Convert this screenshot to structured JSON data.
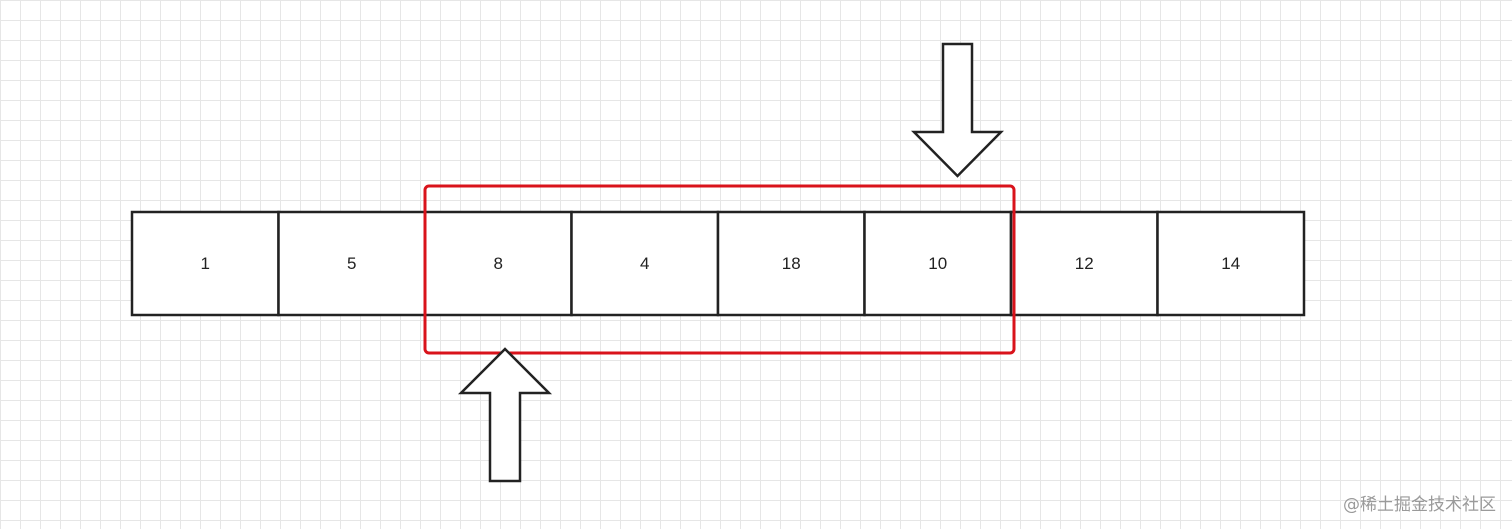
{
  "array": {
    "values": [
      "1",
      "5",
      "8",
      "4",
      "18",
      "10",
      "12",
      "14"
    ]
  },
  "window": {
    "start_index": 2,
    "end_index": 5,
    "color": "#d9131b"
  },
  "pointers": {
    "top_arrow": {
      "direction": "down",
      "index": 5
    },
    "bottom_arrow": {
      "direction": "up",
      "index": 2
    }
  },
  "watermark": {
    "text": "@稀土掘金技术社区"
  }
}
